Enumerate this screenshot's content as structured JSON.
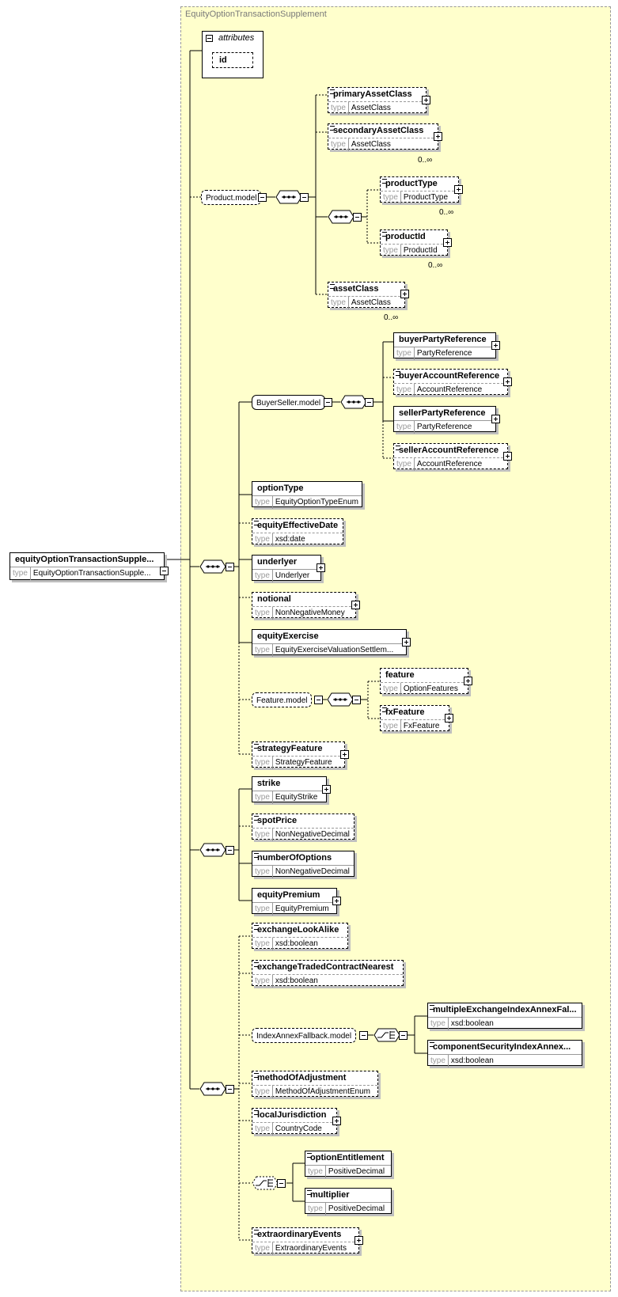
{
  "group": {
    "title": "EquityOptionTransactionSupplement"
  },
  "attributes": {
    "label": "attributes",
    "id_label": "id"
  },
  "type_keyword": "type",
  "root": {
    "name": "equityOptionTransactionSupple...",
    "type": "EquityOptionTransactionSupple..."
  },
  "models": {
    "product": "Product.model",
    "buyer_seller": "BuyerSeller.model",
    "feature": "Feature.model",
    "index_annex": "IndexAnnexFallback.model"
  },
  "cardinality": "0..∞",
  "elements": {
    "primaryAssetClass": {
      "name": "primaryAssetClass",
      "type": "AssetClass"
    },
    "secondaryAssetClass": {
      "name": "secondaryAssetClass",
      "type": "AssetClass"
    },
    "productType": {
      "name": "productType",
      "type": "ProductType"
    },
    "productId": {
      "name": "productId",
      "type": "ProductId"
    },
    "assetClass": {
      "name": "assetClass",
      "type": "AssetClass"
    },
    "buyerPartyReference": {
      "name": "buyerPartyReference",
      "type": "PartyReference"
    },
    "buyerAccountReference": {
      "name": "buyerAccountReference",
      "type": "AccountReference"
    },
    "sellerPartyReference": {
      "name": "sellerPartyReference",
      "type": "PartyReference"
    },
    "sellerAccountReference": {
      "name": "sellerAccountReference",
      "type": "AccountReference"
    },
    "optionType": {
      "name": "optionType",
      "type": "EquityOptionTypeEnum"
    },
    "equityEffectiveDate": {
      "name": "equityEffectiveDate",
      "type": "xsd:date"
    },
    "underlyer": {
      "name": "underlyer",
      "type": "Underlyer"
    },
    "notional": {
      "name": "notional",
      "type": "NonNegativeMoney"
    },
    "equityExercise": {
      "name": "equityExercise",
      "type": "EquityExerciseValuationSettlem..."
    },
    "feature": {
      "name": "feature",
      "type": "OptionFeatures"
    },
    "fxFeature": {
      "name": "fxFeature",
      "type": "FxFeature"
    },
    "strategyFeature": {
      "name": "strategyFeature",
      "type": "StrategyFeature"
    },
    "strike": {
      "name": "strike",
      "type": "EquityStrike"
    },
    "spotPrice": {
      "name": "spotPrice",
      "type": "NonNegativeDecimal"
    },
    "numberOfOptions": {
      "name": "numberOfOptions",
      "type": "NonNegativeDecimal"
    },
    "equityPremium": {
      "name": "equityPremium",
      "type": "EquityPremium"
    },
    "exchangeLookAlike": {
      "name": "exchangeLookAlike",
      "type": "xsd:boolean"
    },
    "exchangeTradedContractNearest": {
      "name": "exchangeTradedContractNearest",
      "type": "xsd:boolean"
    },
    "multipleExchangeIndexAnnexFal": {
      "name": "multipleExchangeIndexAnnexFal...",
      "type": "xsd:boolean"
    },
    "componentSecurityIndexAnnex": {
      "name": "componentSecurityIndexAnnex...",
      "type": "xsd:boolean"
    },
    "methodOfAdjustment": {
      "name": "methodOfAdjustment",
      "type": "MethodOfAdjustmentEnum"
    },
    "localJurisdiction": {
      "name": "localJurisdiction",
      "type": "CountryCode"
    },
    "optionEntitlement": {
      "name": "optionEntitlement",
      "type": "PositiveDecimal"
    },
    "multiplier": {
      "name": "multiplier",
      "type": "PositiveDecimal"
    },
    "extraordinaryEvents": {
      "name": "extraordinaryEvents",
      "type": "ExtraordinaryEvents"
    }
  }
}
